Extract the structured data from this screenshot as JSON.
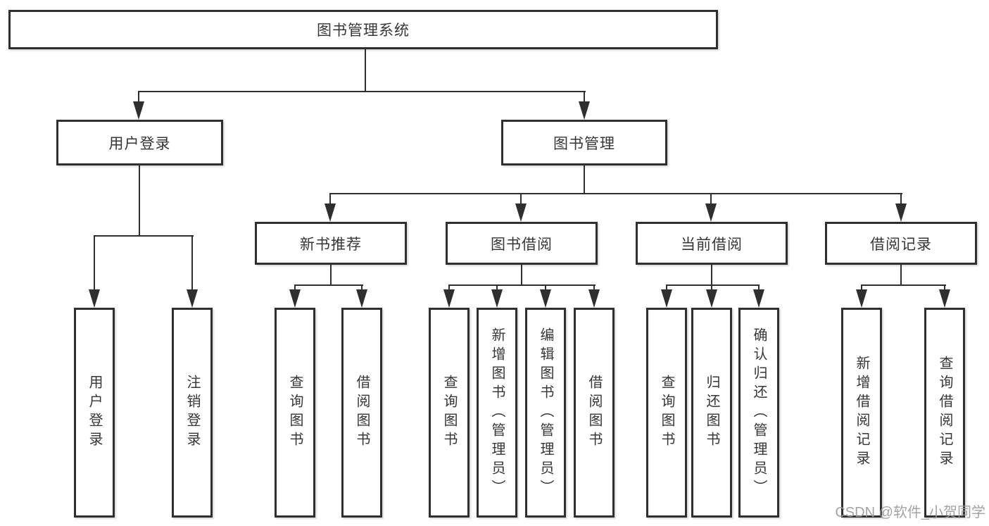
{
  "diagram": {
    "type": "hierarchy-tree",
    "root": {
      "label": "图书管理系统"
    },
    "branches": [
      {
        "label": "用户登录",
        "children": [
          {
            "label": "用户登录"
          },
          {
            "label": "注销登录"
          }
        ]
      },
      {
        "label": "图书管理",
        "children": [
          {
            "label": "新书推荐",
            "children": [
              {
                "label": "查询图书"
              },
              {
                "label": "借阅图书"
              }
            ]
          },
          {
            "label": "图书借阅",
            "children": [
              {
                "label": "查询图书"
              },
              {
                "label": "新增图书（管理员）"
              },
              {
                "label": "编辑图书（管理员）"
              },
              {
                "label": "借阅图书"
              }
            ]
          },
          {
            "label": "当前借阅",
            "children": [
              {
                "label": "查询图书"
              },
              {
                "label": "归还图书"
              },
              {
                "label": "确认归还（管理员）"
              }
            ]
          },
          {
            "label": "借阅记录",
            "children": [
              {
                "label": "新增借阅记录"
              },
              {
                "label": "查询借阅记录"
              }
            ]
          }
        ]
      }
    ],
    "watermark": "CSDN @软件_小贺同学"
  },
  "colors": {
    "line": "#2f2f2f",
    "text": "#363636",
    "box-bg": "#ffffff",
    "bg": "#ffffff",
    "watermark": "#9c9c9c"
  }
}
